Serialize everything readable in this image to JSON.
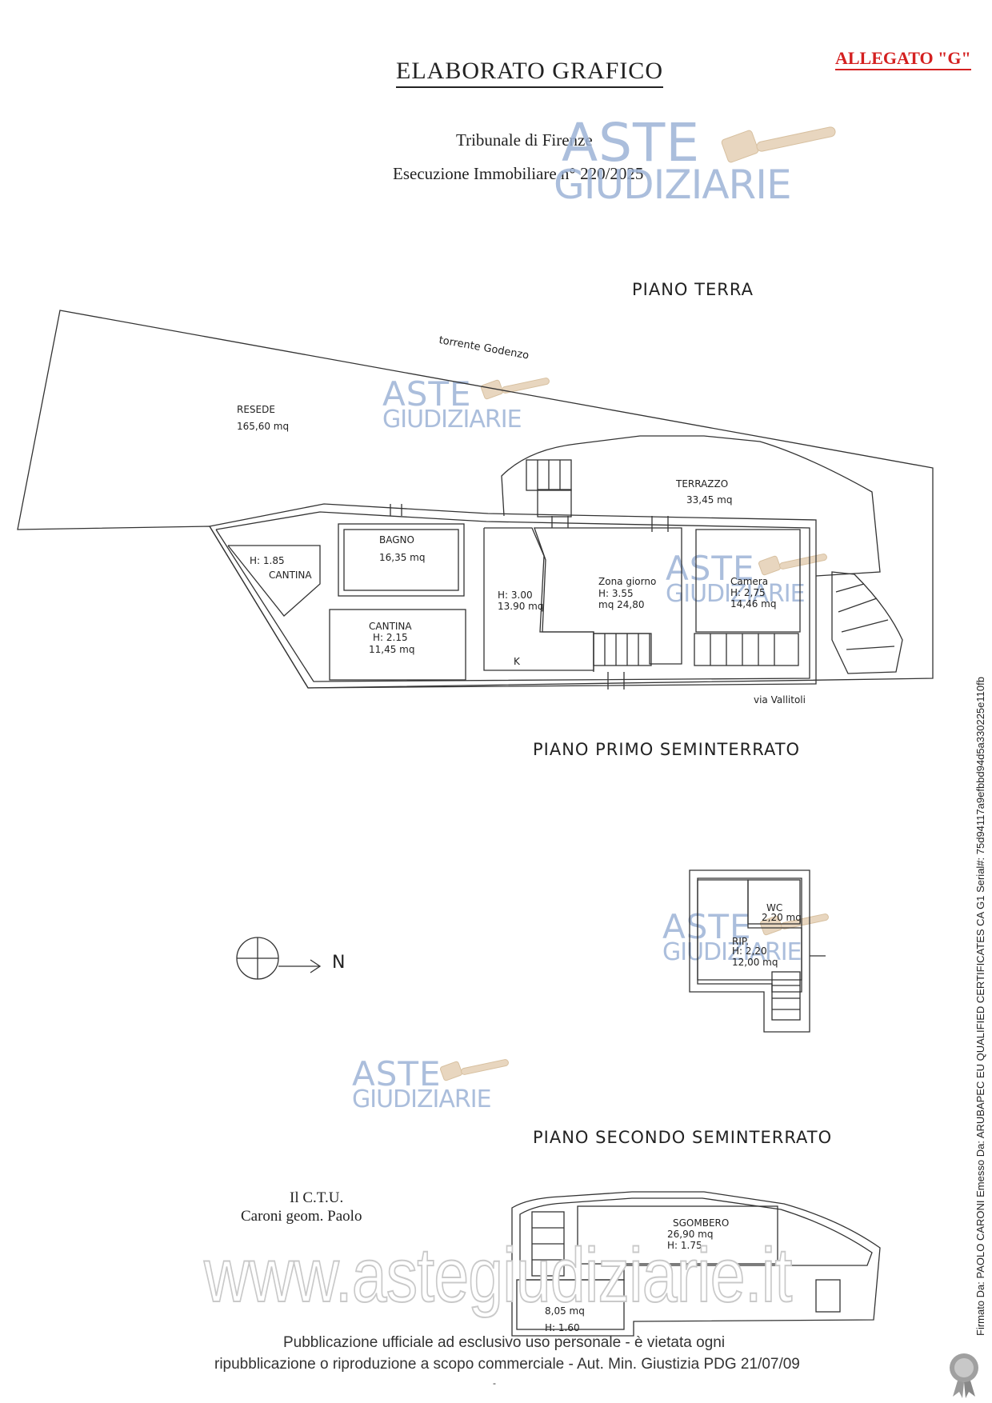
{
  "header": {
    "title": "ELABORATO GRAFICO",
    "allegato": "ALLEGATO \"G\"",
    "court": "Tribunale di Firenze",
    "execution": "Esecuzione Immobiliare n° 220/2025"
  },
  "watermark": {
    "line1": "ASTE",
    "line2": "GIUDIZIARIE",
    "site": "www.astegiudiziarie.it"
  },
  "floors": {
    "ground": {
      "title": "PIANO TERRA",
      "labels": {
        "torrente": "torrente Godenzo",
        "resede": "RESEDE",
        "resede_area": "165,60 mq",
        "terrazzo": "TERRAZZO",
        "terrazzo_area": "33,45 mq",
        "bagno": "BAGNO",
        "bagno_area": "16,35 mq",
        "cantina1_h": "H: 1.85",
        "cantina1": "CANTINA",
        "cantina2": "CANTINA",
        "cantina2_h": "H: 2.15",
        "cantina2_area": "11,45 mq",
        "k_h": "H: 3.00",
        "k_area": "13.90 mq",
        "k": "K",
        "zona": "Zona giorno",
        "zona_h": "H: 3.55",
        "zona_area": "mq 24,80",
        "camera": "Camera",
        "camera_h": "H: 2,75",
        "camera_area": "14,46 mq",
        "via": "via Vallitoli"
      }
    },
    "first_basement": {
      "title": "PIANO PRIMO SEMINTERRATO",
      "labels": {
        "wc": "WC",
        "wc_area": "2,20 mq",
        "rip": "RIP.",
        "rip_h": "H: 2,20",
        "rip_area": "12,00 mq"
      }
    },
    "second_basement": {
      "title": "PIANO SECONDO SEMINTERRATO",
      "labels": {
        "sgombero": "SGOMBERO",
        "sgombero_area": "26,90 mq",
        "sgombero_h": "H: 1.75",
        "small_area": "8,05 mq",
        "small_h": "H: 1.60"
      }
    }
  },
  "compass": {
    "label": "N"
  },
  "ctu": {
    "line1": "Il C.T.U.",
    "line2": "Caroni geom. Paolo"
  },
  "footer": {
    "line1": "Pubblicazione ufficiale ad esclusivo uso personale - è vietata ogni",
    "line2": "ripubblicazione o riproduzione a scopo commerciale - Aut. Min. Giustizia PDG 21/07/09",
    "line3": "-"
  },
  "signature": "Firmato Da: PAOLO CARONI Emesso Da: ARUBAPEC EU QUALIFIED CERTIFICATES CA G1 Serial#: 75d94117a9efbbd94d5a330225e110fb"
}
